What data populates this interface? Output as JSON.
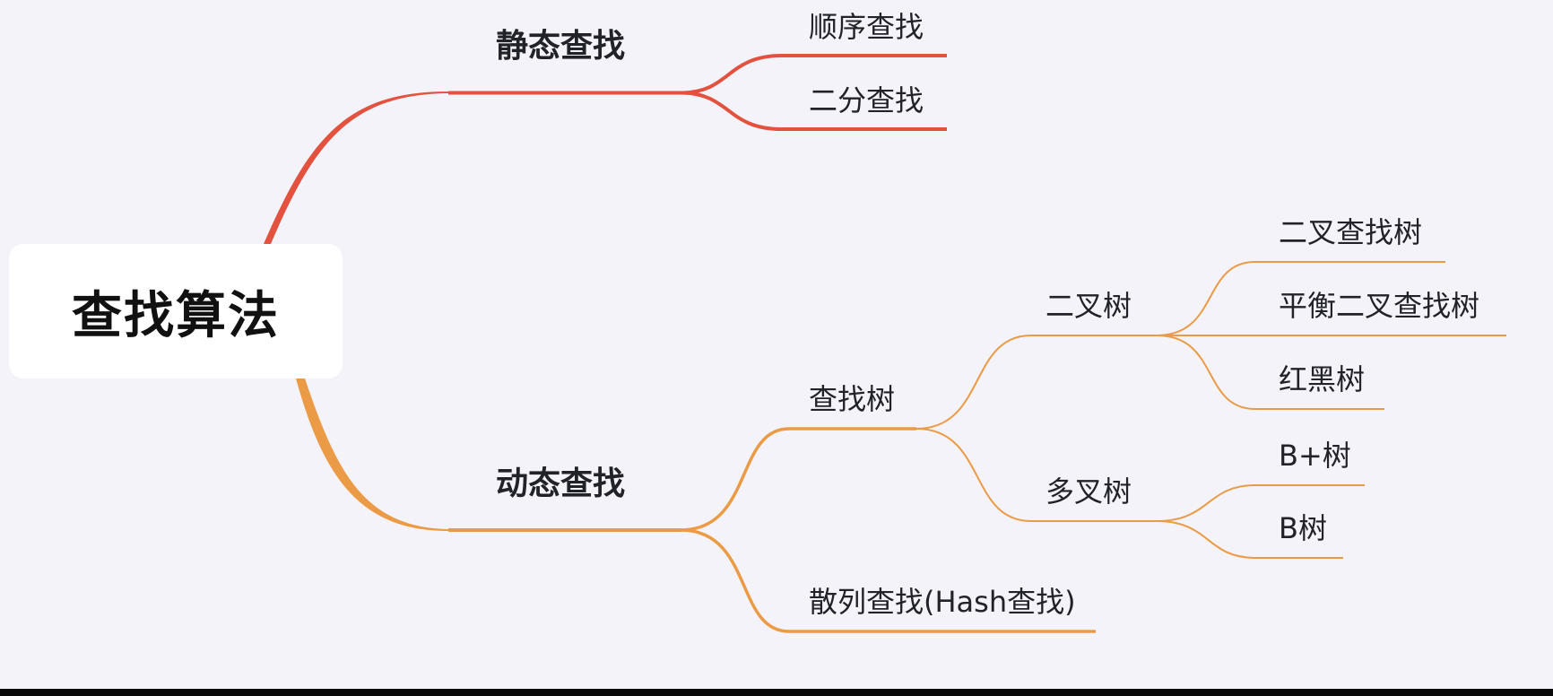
{
  "root": {
    "label": "查找算法"
  },
  "branches": {
    "static": {
      "label": "静态查找",
      "color": "#e2523f",
      "children": [
        "顺序查找",
        "二分查找"
      ]
    },
    "dynamic": {
      "label": "动态查找",
      "color": "#eb9a45",
      "search_tree": {
        "label": "查找树",
        "binary_tree": {
          "label": "二叉树",
          "children": [
            "二叉查找树",
            "平衡二叉查找树",
            "红黑树"
          ]
        },
        "multiway_tree": {
          "label": "多叉树",
          "children": [
            "B+树",
            "B树"
          ]
        }
      },
      "hash": {
        "label": "散列查找(Hash查找)"
      }
    }
  }
}
